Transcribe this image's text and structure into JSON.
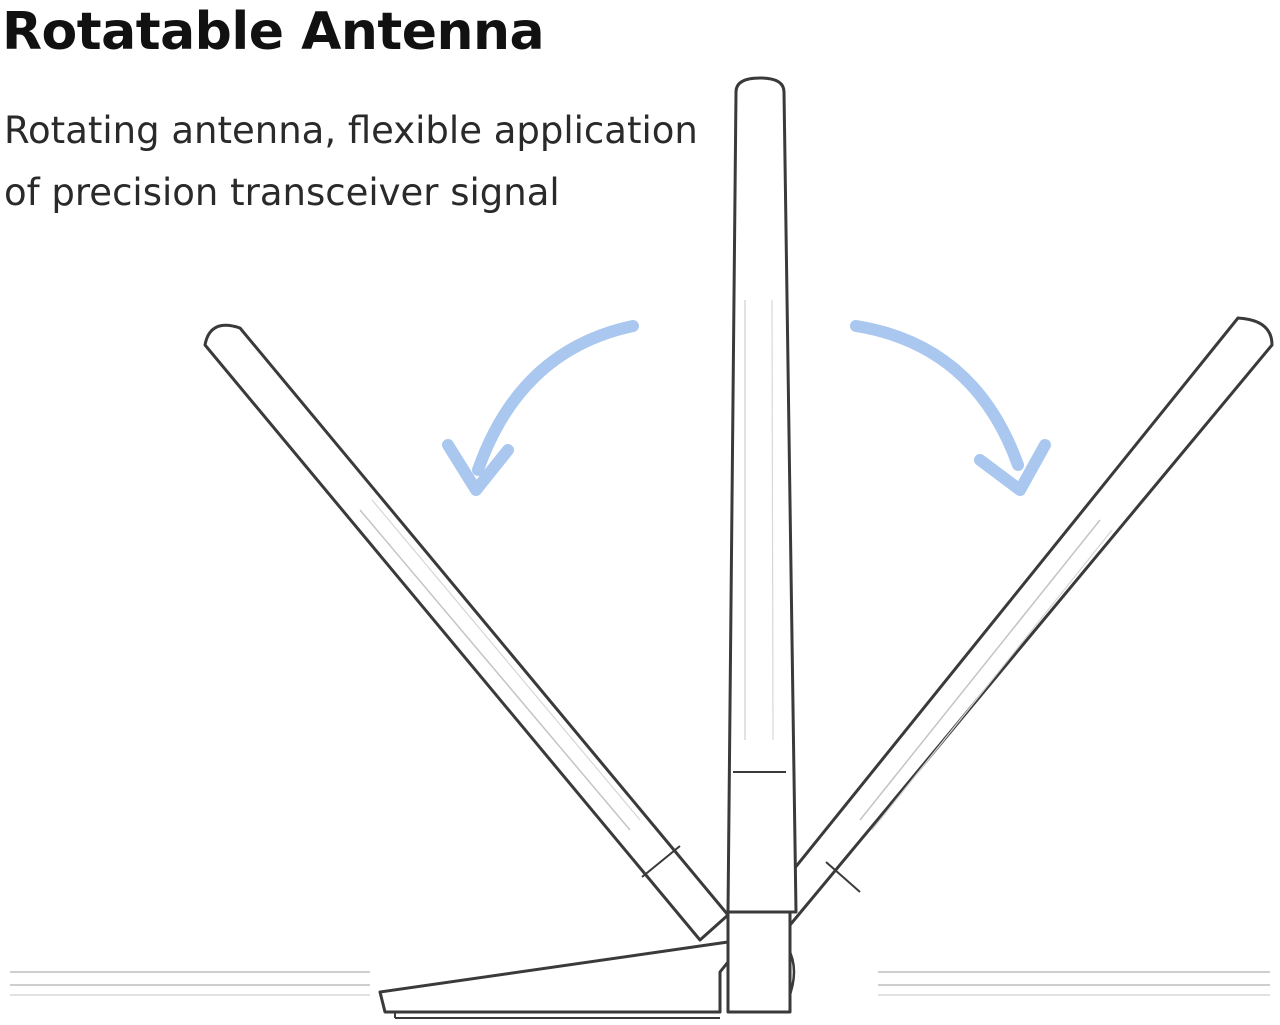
{
  "title": "Rotatable Antenna",
  "description_lines": [
    "Rotating antenna, flexible application",
    "of precision transceiver signal"
  ],
  "colors": {
    "text": "#111111",
    "outline": "#3a3a3a",
    "arrow": "#a9c7ef"
  },
  "icons": {
    "left_arrow": "curved-arrow-down-left",
    "right_arrow": "curved-arrow-down-right"
  }
}
